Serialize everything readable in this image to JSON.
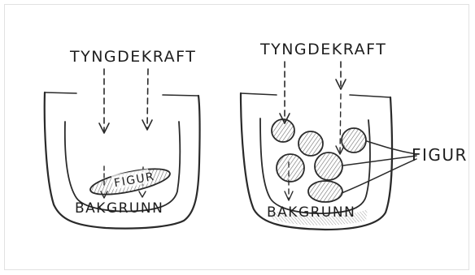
{
  "left_panel": {
    "gravity_label": "TYNGDEKRAFT",
    "figure_label": "FIGUR",
    "background_label": "BAKGRUNN"
  },
  "right_panel": {
    "gravity_label": "TYNGDEKRAFT",
    "figure_label": "FIGUR",
    "background_label": "BAKGRUNN"
  },
  "colors": {
    "ink": "#2a2a2a",
    "shading": "#9a9a9a",
    "paper": "#ffffff"
  }
}
